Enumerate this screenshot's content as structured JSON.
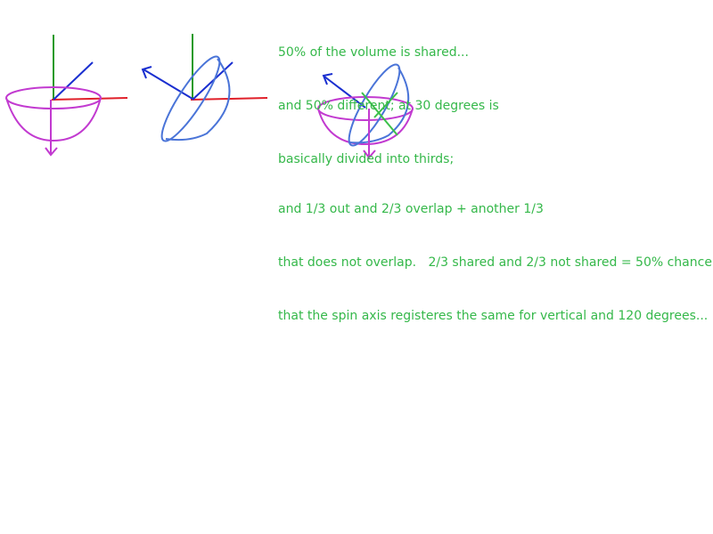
{
  "colors": {
    "text": "#35b84a",
    "axis_x": "#e0202a",
    "axis_z": "#1f9a20",
    "axis_tilted": "#1a2fd0",
    "cup": "#c23ad0",
    "ellipse": "#4a74d8",
    "chord": "#3cc04a",
    "background": "#ffffff"
  },
  "notes": {
    "top_lines": [
      "50% of the volume is shared...",
      "and 50% different; at 30 degrees is",
      "basically divided into thirds;"
    ],
    "bottom_lines": [
      "and 1/3 out and 2/3 overlap + another 1/3",
      "that does not overlap.   2/3 shared and 2/3 not shared = 50% chance",
      "that the spin axis registeres the same for vertical and 120 degrees..."
    ]
  }
}
